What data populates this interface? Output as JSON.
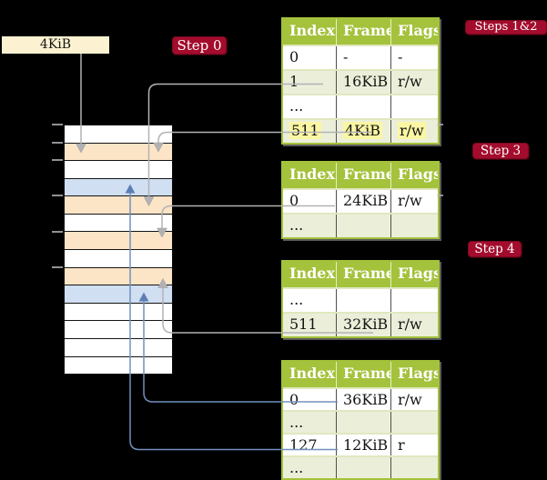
{
  "frame_label": {
    "text": "4KiB"
  },
  "badges": {
    "step0": "Step 0",
    "steps12": "Steps 1&2",
    "step3": "Step 3",
    "step4": "Step 4"
  },
  "table_headers": [
    "Index",
    "Frame",
    "Flags"
  ],
  "tables": {
    "steps12": {
      "rows": [
        [
          "0",
          "-",
          "-"
        ],
        [
          "1",
          "16KiB",
          "r/w"
        ],
        [
          "...",
          "",
          ""
        ],
        [
          "511",
          "4KiB",
          "r/w"
        ]
      ]
    },
    "step3": {
      "rows": [
        [
          "0",
          "24KiB",
          "r/w"
        ],
        [
          "...",
          "",
          ""
        ]
      ]
    },
    "step4a": {
      "rows": [
        [
          "...",
          "",
          ""
        ],
        [
          "511",
          "32KiB",
          "r/w"
        ]
      ]
    },
    "step4b": {
      "rows": [
        [
          "0",
          "36KiB",
          "r/w"
        ],
        [
          "...",
          "",
          ""
        ],
        [
          "127",
          "12KiB",
          "r"
        ],
        [
          "...",
          "",
          ""
        ]
      ]
    }
  },
  "memory_column": {
    "frames": [
      "free",
      "table",
      "free",
      "page",
      "table",
      "free",
      "table",
      "free",
      "table",
      "page",
      "free",
      "free",
      "free",
      "free"
    ]
  },
  "arrows": [
    {
      "from": "4KiB label",
      "to": "frame 4KiB (root table)",
      "color": "gray"
    },
    {
      "from": "steps12 entry 1 -> 16KiB",
      "to": "frame 16KiB",
      "color": "gray"
    },
    {
      "from": "steps12 entry 511 -> 4KiB",
      "to": "frame 4KiB",
      "color": "gray"
    },
    {
      "from": "step3 entry 0 -> 24KiB",
      "to": "frame 24KiB",
      "color": "gray"
    },
    {
      "from": "step4a entry 511 -> 32KiB",
      "to": "frame 32KiB",
      "color": "gray"
    },
    {
      "from": "step4b entry 0 -> 36KiB",
      "to": "frame 36KiB",
      "color": "blue"
    },
    {
      "from": "step4b entry 127 -> 12KiB",
      "to": "frame 12KiB",
      "color": "blue"
    }
  ],
  "colors": {
    "badge_red": "#a30c2c",
    "table_header_green": "#a4c23b",
    "row_shade_green": "#ebefd9",
    "highlight_yellow": "#fbf6a3",
    "frame_page_table_orange": "#fce4c6",
    "frame_mapped_page_blue": "#d0dff2",
    "label_box_cream": "#fcf2d1",
    "arrow_gray": "#b2b2b5",
    "arrow_blue": "#7090bd"
  }
}
